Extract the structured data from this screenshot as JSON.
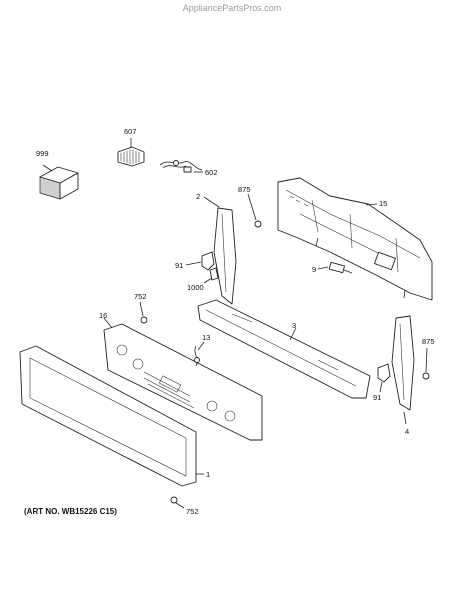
{
  "header": {
    "site": "AppliancePartsPros.com"
  },
  "footer": {
    "art_no": "(ART NO. WB15226 C15)"
  },
  "callouts": {
    "c999": "999",
    "c607": "607",
    "c602": "602",
    "c2": "2",
    "c875a": "875",
    "c15": "15",
    "c91a": "91",
    "c9": "9",
    "c1000": "1000",
    "c752a": "752",
    "c16": "16",
    "c13": "13",
    "c3": "3",
    "c875b": "875",
    "c91b": "91",
    "c4": "4",
    "c1": "1",
    "c752b": "752"
  }
}
